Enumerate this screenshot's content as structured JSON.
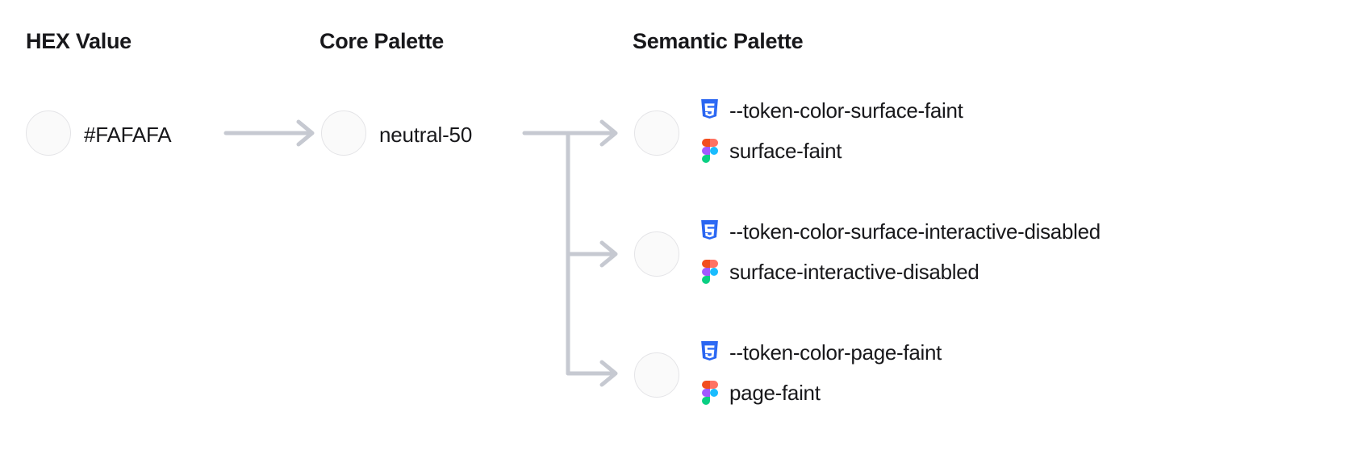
{
  "columns": {
    "hex": "HEX Value",
    "core": "Core Palette",
    "semantic": "Semantic Palette"
  },
  "hex": {
    "value": "#FAFAFA",
    "swatch_color": "#FAFAFA"
  },
  "core": {
    "value": "neutral-50",
    "swatch_color": "#FAFAFA"
  },
  "semantic": [
    {
      "swatch_color": "#FAFAFA",
      "css_token": "--token-color-surface-faint",
      "figma_token": "surface-faint"
    },
    {
      "swatch_color": "#FAFAFA",
      "css_token": "--token-color-surface-interactive-disabled",
      "figma_token": "surface-interactive-disabled"
    },
    {
      "swatch_color": "#FAFAFA",
      "css_token": "--token-color-page-faint",
      "figma_token": "page-faint"
    }
  ],
  "icons": {
    "css": "css3-logo-icon",
    "figma": "figma-logo-icon",
    "arrow": "arrow-right-icon"
  },
  "colors": {
    "text": "#18181b",
    "connector": "#c6c9d1",
    "swatch_border": "#e4e4e7",
    "background": "#ffffff",
    "css_logo_blue": "#2965F1",
    "css_logo_blue_light": "#2F6CF5",
    "figma_orange": "#F24E1E",
    "figma_salmon": "#FF7262",
    "figma_purple": "#A259FF",
    "figma_blue": "#1ABCFE",
    "figma_green": "#0ACF83"
  }
}
